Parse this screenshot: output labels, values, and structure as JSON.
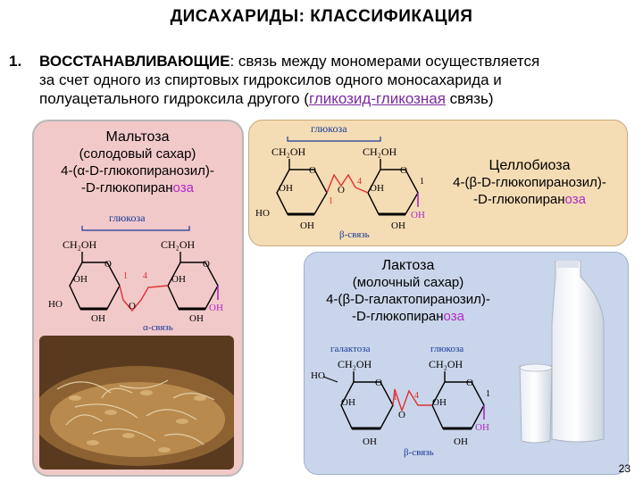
{
  "title": "ДИСАХАРИДЫ: КЛАССИФИКАЦИЯ",
  "intro": {
    "num": "1.",
    "keyword": "ВОССТАНАВЛИВАЮЩИЕ",
    "line1_rest": ": связь между мономерами осуществляется",
    "line2": "за счет одного из спиртовых гидроксилов одного моносахарида и",
    "line3_start": "полуацетального гидроксила другого (",
    "link": "гликозид-гликозная",
    "line3_end": " связь)"
  },
  "maltose": {
    "name": "Мальтоза",
    "alt": "(солодовый сахар)",
    "sys_prefix": "4-(",
    "alpha": "α",
    "sys_mid": "-D-глюкопиранозил)-",
    "sys2": "-D-глюкопиран",
    "sys2_end": "оза",
    "top_label": "глюкоза",
    "bond_label": "α-связь"
  },
  "cellobiose": {
    "name": "Целлобиоза",
    "sys_prefix": "4-(",
    "beta": "β",
    "sys_mid": "-D-глюкопиранозил)-",
    "sys2": "-D-глюкопиран",
    "sys2_end": "оза",
    "top_label": "глюкоза",
    "bond_label": "β-связь"
  },
  "lactose": {
    "name": "Лактоза",
    "alt": "(молочный сахар)",
    "sys_prefix": "4-(",
    "beta": "β",
    "sys_mid": "-D-галактопиранозил)-",
    "sys2": "-D-глюкопиран",
    "sys2_end": "оза",
    "label_left": "галактоза",
    "label_right": "глюкоза",
    "bond_label": "β-связь"
  },
  "chem": {
    "ch2oh": "CH₂OH",
    "o": "O",
    "oh": "OH",
    "ho": "HO",
    "n1": "1",
    "n4": "4"
  },
  "page_number": "23",
  "colors": {
    "link": "#7a2aa0",
    "highlight": "#b02ac8",
    "bond_mark": "#e03030",
    "label_blue": "#1a3a9a"
  }
}
